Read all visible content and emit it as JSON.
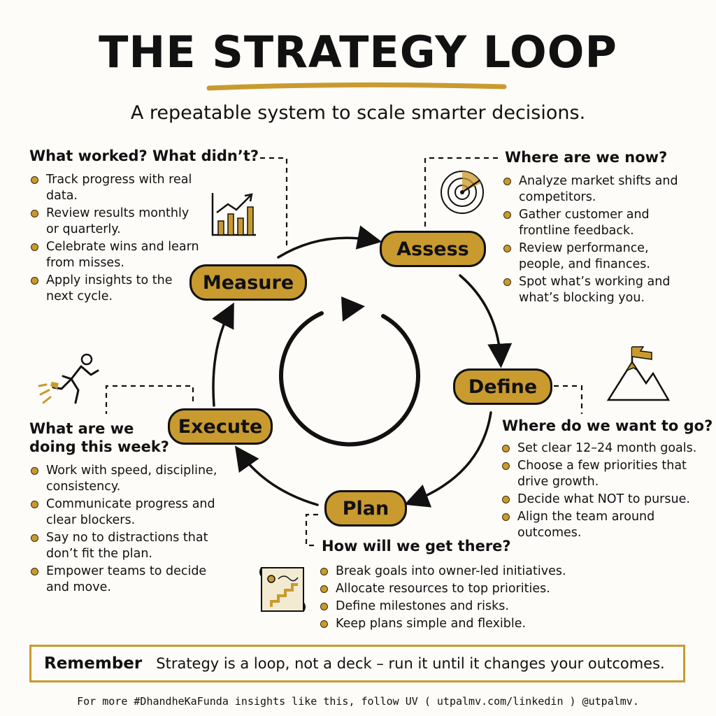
{
  "title": "THE STRATEGY LOOP",
  "subtitle": "A repeatable system to scale smarter decisions.",
  "stages": {
    "assess": "Assess",
    "define": "Define",
    "plan": "Plan",
    "execute": "Execute",
    "measure": "Measure"
  },
  "sections": {
    "measure": {
      "question": "What worked? What didn’t?",
      "bullets": [
        "Track progress with real data.",
        "Review results monthly or quarterly.",
        "Celebrate wins and learn from misses.",
        "Apply insights to the next cycle."
      ]
    },
    "assess": {
      "question": "Where are we now?",
      "bullets": [
        "Analyze market shifts and competitors.",
        "Gather customer and frontline feedback.",
        "Review performance, people, and finances.",
        "Spot what’s working and what’s blocking you."
      ]
    },
    "define": {
      "question": "Where do we want to go?",
      "bullets": [
        "Set clear 12–24 month goals.",
        "Choose a few priorities that drive growth.",
        "Decide what NOT to pursue.",
        "Align the team around outcomes."
      ]
    },
    "plan": {
      "question": "How will we get there?",
      "bullets": [
        "Break goals into owner-led initiatives.",
        "Allocate resources to top priorities.",
        "Define milestones and risks.",
        "Keep plans simple and flexible."
      ]
    },
    "execute": {
      "question": "What are we doing this week?",
      "bullets": [
        "Work with speed, discipline, consistency.",
        "Communicate progress and clear blockers.",
        "Say no to distractions that don’t fit the plan.",
        "Empower teams to decide and move."
      ]
    }
  },
  "remember": {
    "label": "Remember",
    "text": "Strategy is a loop, not a deck – run it until it changes your outcomes."
  },
  "footer": "For more #DhandheKaFunda insights like this, follow UV ( utpalmv.com/linkedin ) @utpalmv.",
  "colors": {
    "accent": "#c99a2e",
    "ink": "#111111",
    "background": "#fdfcf8"
  },
  "icons": [
    "chart-growth-icon",
    "radar-target-icon",
    "mountain-flag-icon",
    "roadmap-icon",
    "runner-icon",
    "loop-arrow-icon"
  ]
}
